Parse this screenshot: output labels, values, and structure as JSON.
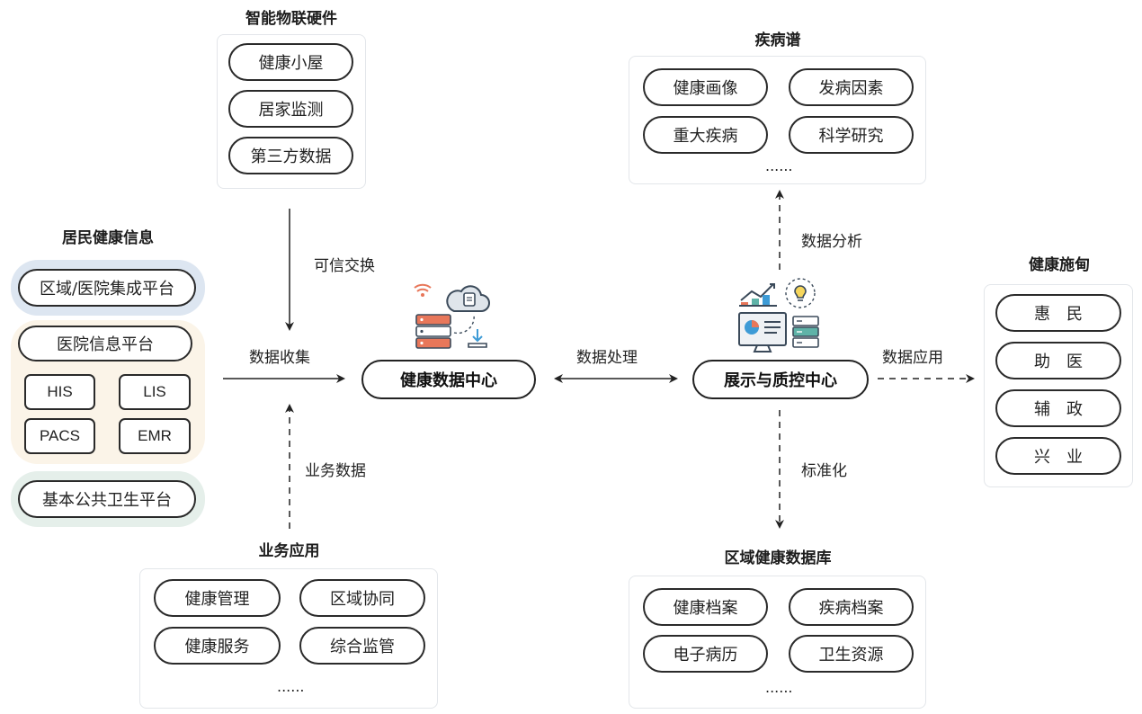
{
  "hardware": {
    "title": "智能物联硬件",
    "items": [
      "健康小屋",
      "居家监测",
      "第三方数据"
    ]
  },
  "resident": {
    "title": "居民健康信息",
    "regional_platform": "区域/医院集成平台",
    "hospital_platform": "医院信息平台",
    "systems": [
      "HIS",
      "LIS",
      "PACS",
      "EMR"
    ],
    "public_health_platform": "基本公共卫生平台"
  },
  "business": {
    "title": "业务应用",
    "items": [
      "健康管理",
      "区域协同",
      "健康服务",
      "综合监管"
    ],
    "more": "......"
  },
  "disease": {
    "title": "疾病谱",
    "items": [
      "健康画像",
      "发病因素",
      "重大疾病",
      "科学研究"
    ],
    "more": "......"
  },
  "database": {
    "title": "区域健康数据库",
    "items": [
      "健康档案",
      "疾病档案",
      "电子病历",
      "卫生资源"
    ],
    "more": "......"
  },
  "governance": {
    "title": "健康施甸",
    "items": [
      "惠民",
      "助医",
      "辅政",
      "兴业"
    ]
  },
  "centers": {
    "data_center": "健康数据中心",
    "display_center": "展示与质控中心"
  },
  "flows": {
    "trusted_exchange": "可信交换",
    "data_collection": "数据收集",
    "business_data": "业务数据",
    "data_processing": "数据处理",
    "data_analysis": "数据分析",
    "standardization": "标准化",
    "data_application": "数据应用"
  },
  "colors": {
    "regional_bg": "#dde6f1",
    "hospital_bg": "#fbf4e8",
    "public_health_bg": "#e5efea",
    "server_orange": "#e8775a",
    "icon_blue": "#3d9bd6",
    "icon_teal": "#5fb3a8",
    "icon_dark": "#3b4a5a"
  },
  "icons": [
    "wifi-icon",
    "cloud-document-icon",
    "server-icon",
    "download-icon",
    "trend-chart-icon",
    "lightbulb-icon",
    "dashboard-monitor-icon"
  ]
}
